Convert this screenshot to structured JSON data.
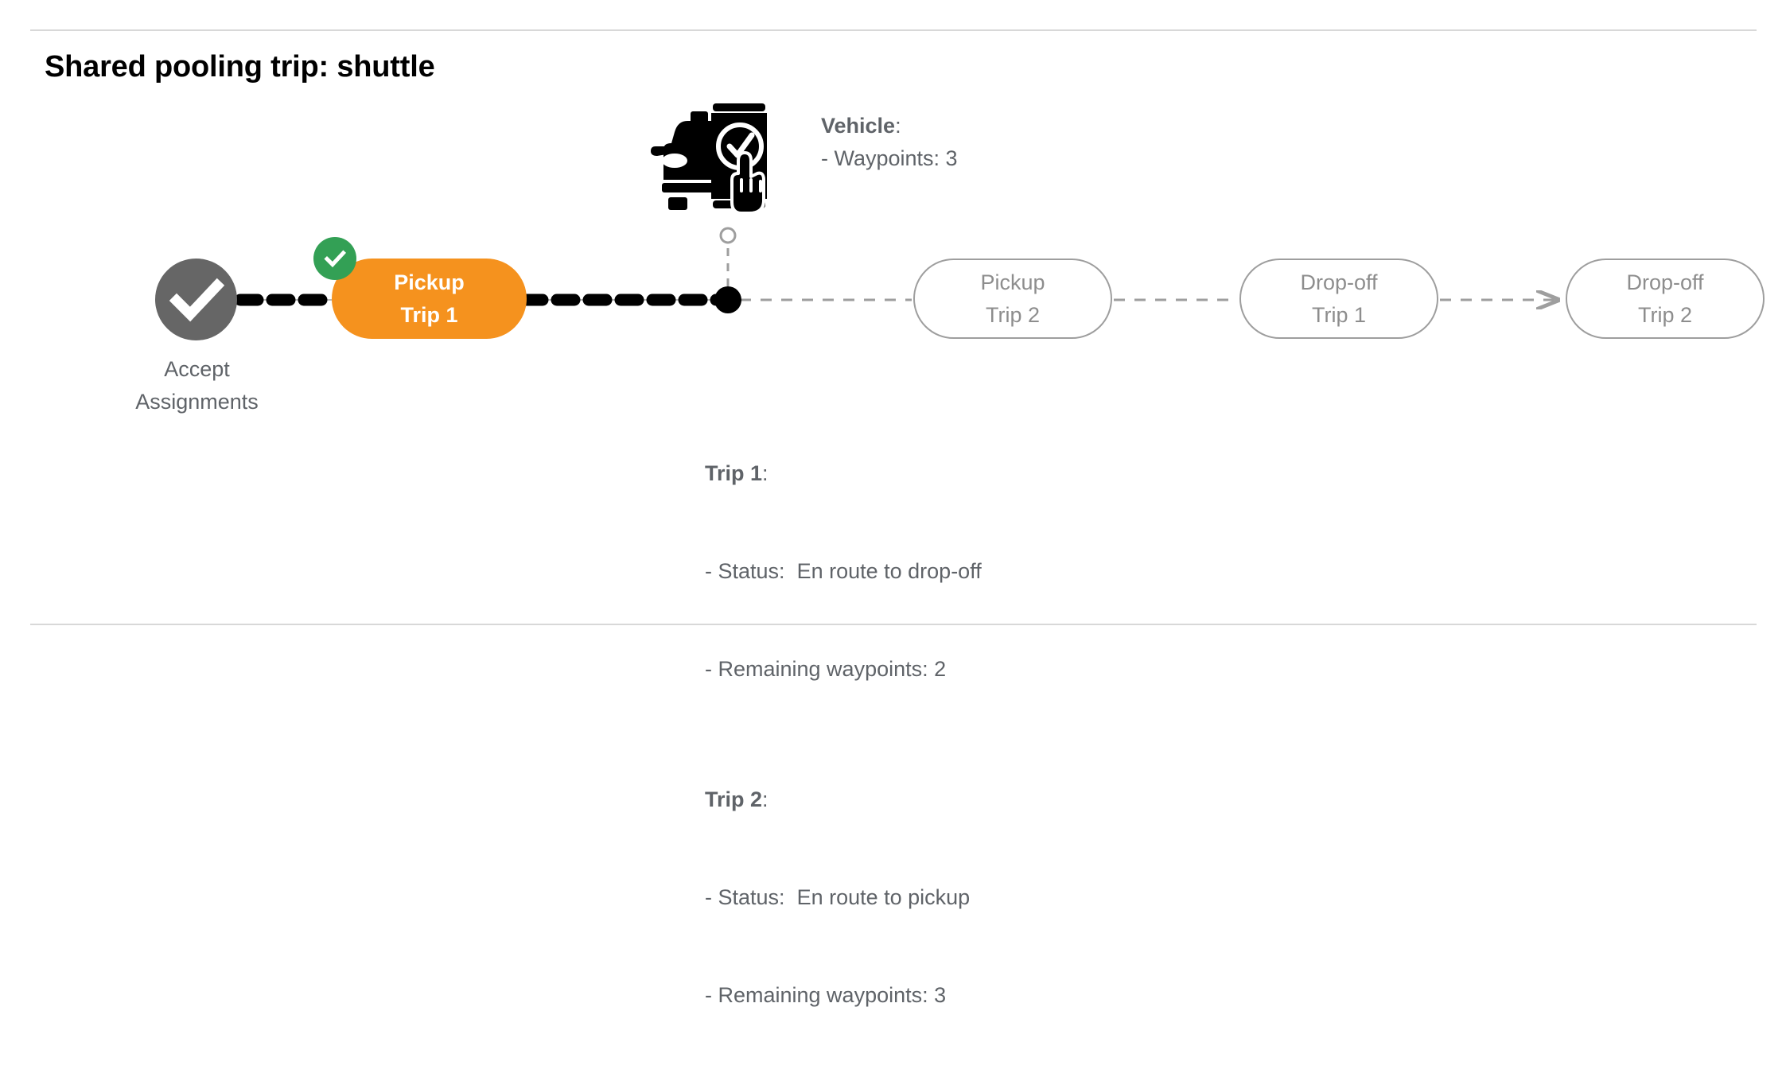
{
  "page": {
    "title": "Shared pooling trip: shuttle",
    "background": "#ffffff"
  },
  "colors": {
    "active_pill": "#F5921E",
    "pending_pill_border": "#9e9e9e",
    "pending_pill_text": "#8d8d8d",
    "accept_circle": "#666666",
    "check_badge": "#33a055",
    "text_gray": "#5f6368",
    "divider": "#d8d8d8",
    "connector_active": "#000000",
    "connector_pending": "#9e9e9e"
  },
  "flow": {
    "start_node": {
      "icon": "check-circle-icon",
      "label_line1": "Accept",
      "label_line2": "Assignments"
    },
    "nodes": [
      {
        "id": "pickup-trip-1",
        "line1": "Pickup",
        "line2": "Trip 1",
        "state": "active",
        "badge": "check-badge"
      },
      {
        "id": "pickup-trip-2",
        "line1": "Pickup",
        "line2": "Trip 2",
        "state": "pending",
        "badge": null
      },
      {
        "id": "dropoff-trip-1",
        "line1": "Drop-off",
        "line2": "Trip 1",
        "state": "pending",
        "badge": null
      },
      {
        "id": "dropoff-trip-2",
        "line1": "Drop-off",
        "line2": "Trip 2",
        "state": "pending",
        "badge": null
      }
    ],
    "vehicle_marker": {
      "icon": "vehicle-position-marker-icon",
      "dot": "current-position-dot"
    }
  },
  "vehicle": {
    "icon": "car-phone-check-icon",
    "heading": "Vehicle",
    "heading_suffix": ":",
    "lines": [
      "- Waypoints: 3"
    ]
  },
  "trips": [
    {
      "heading": "Trip 1",
      "heading_suffix": ":",
      "status_label": "- Status:",
      "status_value": "En route to drop-off",
      "waypoints_line": "- Remaining waypoints: 2"
    },
    {
      "heading": "Trip 2",
      "heading_suffix": ":",
      "status_label": "- Status:",
      "status_value": "En route to pickup",
      "waypoints_line": "- Remaining waypoints: 3"
    }
  ]
}
